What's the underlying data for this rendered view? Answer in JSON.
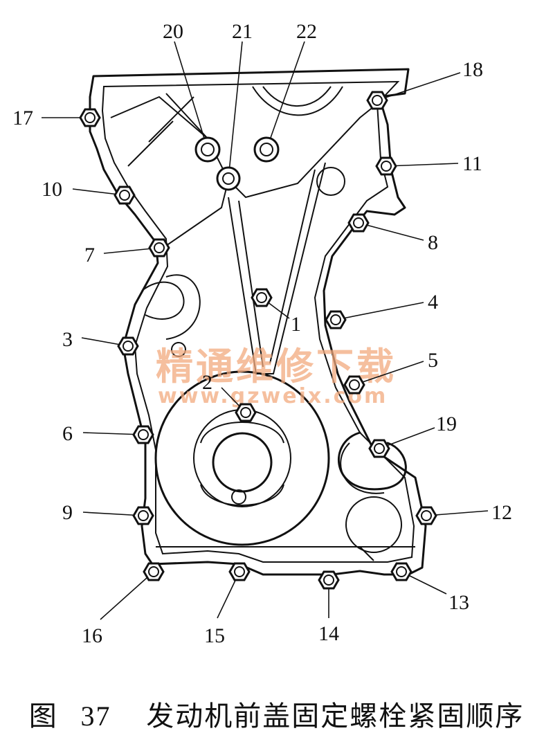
{
  "caption": {
    "figure_word": "图",
    "figure_number": "37",
    "title": "发动机前盖固定螺栓紧固顺序"
  },
  "watermark": {
    "text": "精通维修下载",
    "url": "www.gzweix.com"
  },
  "bolts": [
    {
      "id": "1",
      "label": "1"
    },
    {
      "id": "2",
      "label": "2"
    },
    {
      "id": "3",
      "label": "3"
    },
    {
      "id": "4",
      "label": "4"
    },
    {
      "id": "5",
      "label": "5"
    },
    {
      "id": "6",
      "label": "6"
    },
    {
      "id": "7",
      "label": "7"
    },
    {
      "id": "8",
      "label": "8"
    },
    {
      "id": "9",
      "label": "9"
    },
    {
      "id": "10",
      "label": "10"
    },
    {
      "id": "11",
      "label": "11"
    },
    {
      "id": "12",
      "label": "12"
    },
    {
      "id": "13",
      "label": "13"
    },
    {
      "id": "14",
      "label": "14"
    },
    {
      "id": "15",
      "label": "15"
    },
    {
      "id": "16",
      "label": "16"
    },
    {
      "id": "17",
      "label": "17"
    },
    {
      "id": "18",
      "label": "18"
    },
    {
      "id": "19",
      "label": "19"
    },
    {
      "id": "20",
      "label": "20"
    },
    {
      "id": "21",
      "label": "21"
    },
    {
      "id": "22",
      "label": "22"
    }
  ]
}
